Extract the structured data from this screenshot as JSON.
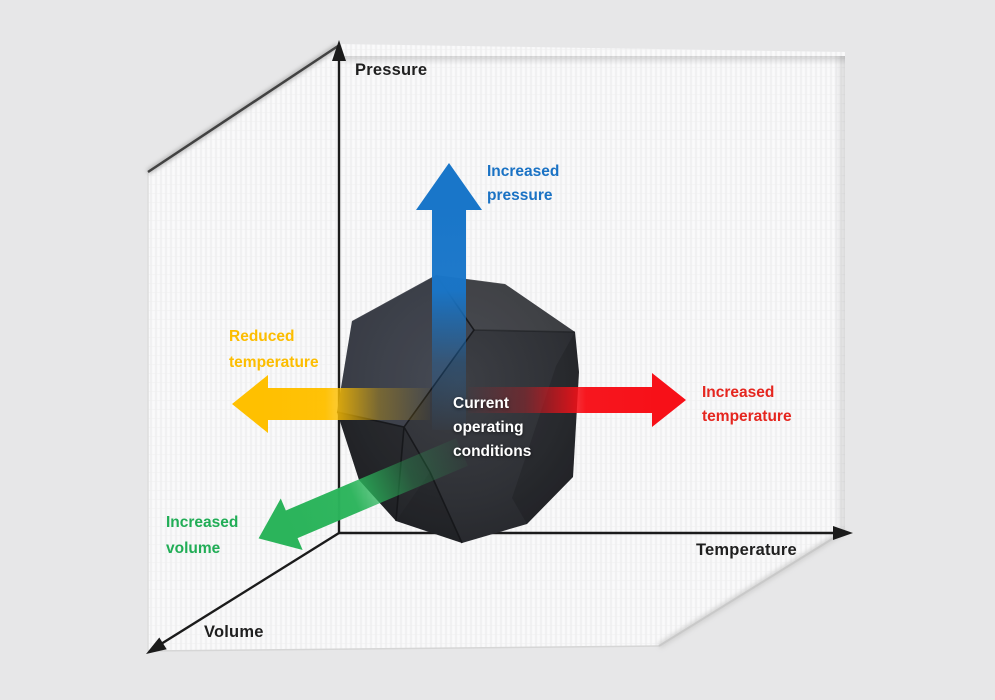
{
  "canvas": {
    "background": "#e7e7e8"
  },
  "plane": {
    "fill": "#f8f8f9",
    "border_dark": "#4f4f4f",
    "border_diagonal": "#424242",
    "border_light": "#c9c9c9"
  },
  "axes": {
    "pressure_label": "Pressure",
    "temperature_label": "Temperature",
    "volume_label": "Volume",
    "color": "#1b1b1b"
  },
  "polyhedron": {
    "label_line1": "Current",
    "label_line2": "operating",
    "label_line3": "conditions",
    "label_color": "#ffffff",
    "center_shade": "#3d3f45",
    "mid_shade": "#2f3136",
    "edge_shade": "#212226"
  },
  "arrows": {
    "up": {
      "line1": "Increased",
      "line2": "pressure",
      "arrow_color": "#1976c9",
      "text_color": "#1a72c4"
    },
    "left": {
      "line1": "Reduced",
      "line2": "temperature",
      "arrow_color": "#ffc000",
      "text_color": "#fcbd00"
    },
    "right": {
      "line1": "Increased",
      "line2": "temperature",
      "arrow_color": "#f71018",
      "text_color": "#e5261f"
    },
    "down_left": {
      "line1": "Increased",
      "line2": "volume",
      "arrow_color": "#2bb45b",
      "text_color": "#21ad56"
    }
  }
}
